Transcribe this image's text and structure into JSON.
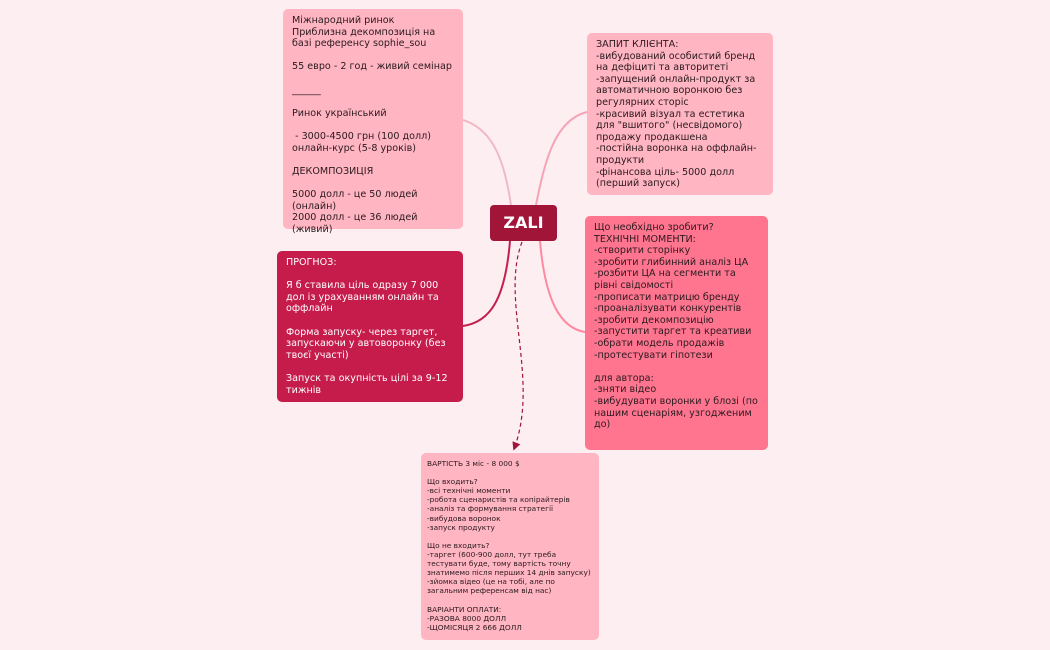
{
  "central": {
    "label": "ZALI"
  },
  "nodes": {
    "intl_market": {
      "text": "Міжнародний ринок\nПриблизна декомпозиція на базі референсу sophie_sou\n\n55 евро - 2 год - живий семінар\n\n______\n\nРинок український\n\n - 3000-4500 грн (100 долл)\nонлайн-курс (5-8 уроків)\n\nДЕКОМПОЗИЦІЯ\n\n5000 долл - це 50 людей (онлайн)\n2000 долл - це 36 людей (живий)"
    },
    "forecast": {
      "text": "ПРОГНОЗ:\n\nЯ б ставила ціль одразу 7 000 дол із урахуванням онлайн та оффлайн\n\nФорма запуску- через таргет, запускаючи у автоворонку (без твоєї участі)\n\nЗапуск та окупність цілі за 9-12 тижнів"
    },
    "client_request": {
      "text": "ЗАПИТ КЛІЄНТА:\n-вибудований особистий бренд на дефіциті та авторитеті\n-запущений онлайн-продукт за автоматичною воронкою без регулярних сторіс\n-красивий візуал та естетика для \"вшитого\" (несвідомого) продажу продакшена\n-постійна воронка на оффлайн-продукти\n-фінансова ціль- 5000 долл (перший запуск)"
    },
    "todo": {
      "text": "Що необхідно зробити?\nТЕХНІЧНІ МОМЕНТИ:\n-створити сторінку\n-зробити глибинний аналіз ЦА\n-розбити ЦА на сегменти та рівні свідомості\n-прописати матрицю бренду\n-проаналізувати конкурентів\n-зробити декомпозицію\n-запустити таргет та креативи\n-обрати модель продажів\n-протестувати гіпотези\n\nдля автора:\n-зняти відео\n-вибудувати воронки у блозі (по нашим сценаріям, узгодженим до)"
    },
    "cost": {
      "text": "ВАРТІСТЬ 3 міс - 8 000 $\n\nЩо входить?\n-всі технічні моменти\n-робота сценаристів та копірайтерів\n-аналіз та формування стратегії\n-вибудова воронок\n-запуск продукту\n\nЩо не входить?\n-таргет (600-900 долл, тут треба тестувати буде, тому вартість точну знатимемо після перших 14 днів запуску)\n-зйомка відео (це на тобі, але по загальним референсам від нас)\n\nВАРІАНТИ ОПЛАТИ:\n-РАЗОВА 8000 ДОЛЛ\n-ЩОМІСЯЦЯ 2 666 ДОЛЛ"
    }
  },
  "colors": {
    "background": "#fdeef2",
    "central_fill": "#a11538",
    "light_node": "#ffb5c2",
    "forecast_node": "#c51c4b",
    "todo_node": "#ff7590",
    "connector_left": "#f1b9c6",
    "connector_right": "#f5a3b5",
    "connector_forecast": "#c2204e",
    "connector_todo": "#ff8aa0",
    "dashed_arrow": "#a11538"
  }
}
